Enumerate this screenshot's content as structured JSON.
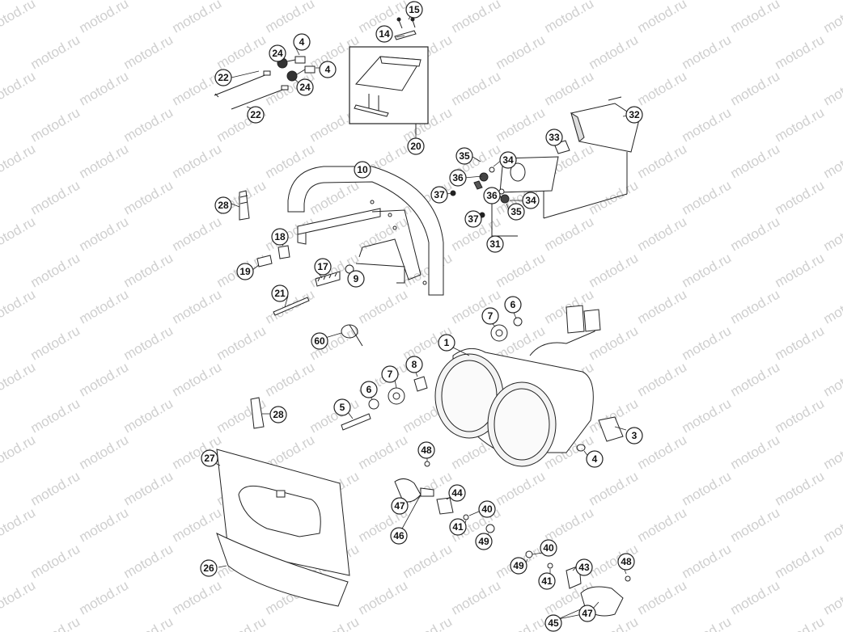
{
  "watermark": "motod.ru",
  "colors": {
    "line": "#222222",
    "callout_fill": "#ffffff",
    "watermark": "#cfcfcf",
    "background": "#ffffff"
  },
  "callouts": [
    {
      "id": "c15",
      "label": "15"
    },
    {
      "id": "c14",
      "label": "14"
    },
    {
      "id": "c4a",
      "label": "4"
    },
    {
      "id": "c24a",
      "label": "24"
    },
    {
      "id": "c4b",
      "label": "4"
    },
    {
      "id": "c22a",
      "label": "22"
    },
    {
      "id": "c24b",
      "label": "24"
    },
    {
      "id": "c22b",
      "label": "22"
    },
    {
      "id": "c32",
      "label": "32"
    },
    {
      "id": "c33",
      "label": "33"
    },
    {
      "id": "c20",
      "label": "20"
    },
    {
      "id": "c10",
      "label": "10"
    },
    {
      "id": "c35a",
      "label": "35"
    },
    {
      "id": "c34a",
      "label": "34"
    },
    {
      "id": "c36a",
      "label": "36"
    },
    {
      "id": "c37a",
      "label": "37"
    },
    {
      "id": "c36b",
      "label": "36"
    },
    {
      "id": "c34b",
      "label": "34"
    },
    {
      "id": "c35b",
      "label": "35"
    },
    {
      "id": "c37b",
      "label": "37"
    },
    {
      "id": "c31",
      "label": "31"
    },
    {
      "id": "c28a",
      "label": "28"
    },
    {
      "id": "c18",
      "label": "18"
    },
    {
      "id": "c19",
      "label": "19"
    },
    {
      "id": "c17",
      "label": "17"
    },
    {
      "id": "c9",
      "label": "9"
    },
    {
      "id": "c21",
      "label": "21"
    },
    {
      "id": "c7a",
      "label": "7"
    },
    {
      "id": "c6a",
      "label": "6"
    },
    {
      "id": "c60",
      "label": "60"
    },
    {
      "id": "c1",
      "label": "1"
    },
    {
      "id": "c8",
      "label": "8"
    },
    {
      "id": "c7b",
      "label": "7"
    },
    {
      "id": "c6b",
      "label": "6"
    },
    {
      "id": "c5",
      "label": "5"
    },
    {
      "id": "c28b",
      "label": "28"
    },
    {
      "id": "c3",
      "label": "3"
    },
    {
      "id": "c4c",
      "label": "4"
    },
    {
      "id": "c48a",
      "label": "48"
    },
    {
      "id": "c27",
      "label": "27"
    },
    {
      "id": "c44",
      "label": "44"
    },
    {
      "id": "c40a",
      "label": "40"
    },
    {
      "id": "c47a",
      "label": "47"
    },
    {
      "id": "c41a",
      "label": "41"
    },
    {
      "id": "c49a",
      "label": "49"
    },
    {
      "id": "c46",
      "label": "46"
    },
    {
      "id": "c40b",
      "label": "40"
    },
    {
      "id": "c49b",
      "label": "49"
    },
    {
      "id": "c43",
      "label": "43"
    },
    {
      "id": "c48b",
      "label": "48"
    },
    {
      "id": "c41b",
      "label": "41"
    },
    {
      "id": "c26",
      "label": "26"
    },
    {
      "id": "c47b",
      "label": "47"
    },
    {
      "id": "c45",
      "label": "45"
    }
  ]
}
